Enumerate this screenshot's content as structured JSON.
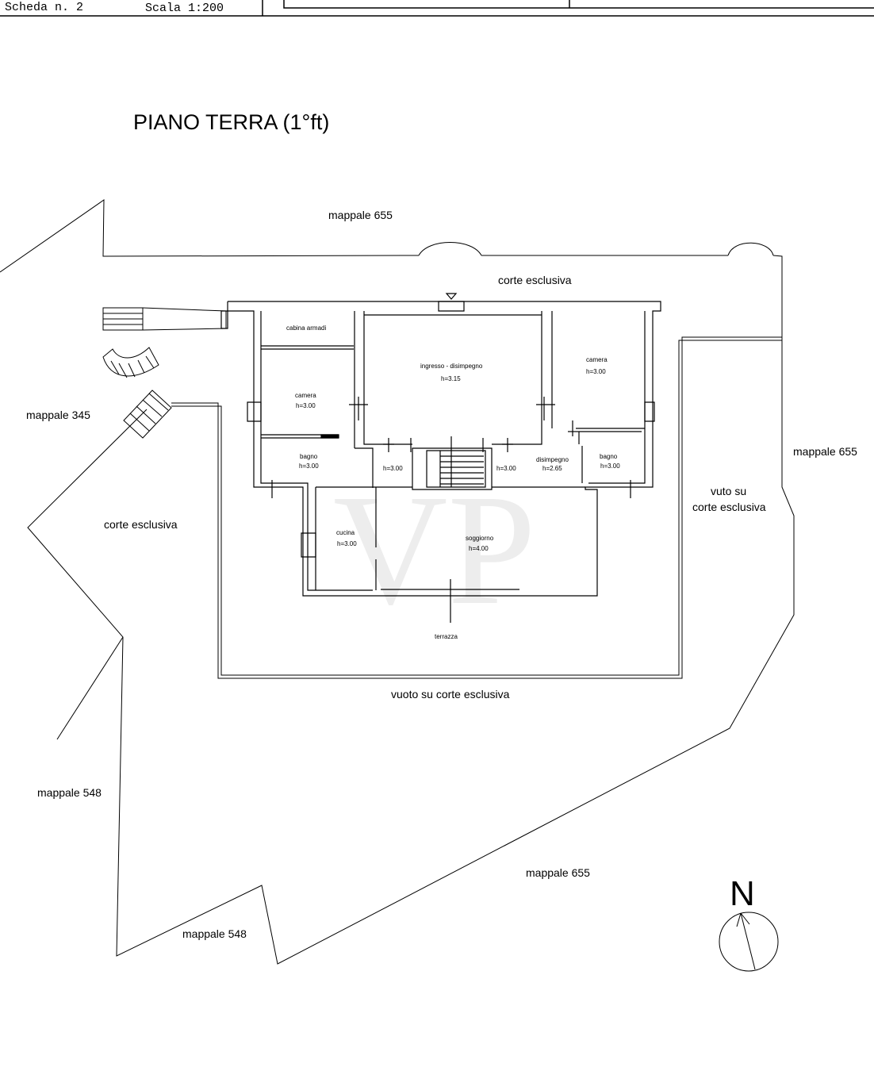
{
  "header": {
    "sheet": "Scheda n. 2",
    "scale": "Scala 1:200"
  },
  "title": "PIANO TERRA (1°ft)",
  "watermark": "VP",
  "north_label": "N",
  "parcels": {
    "north": "mappale 655",
    "west": "mappale 345",
    "east": "mappale 655",
    "south_east": "mappale 655",
    "south_west_a": "mappale 548",
    "south_west_b": "mappale 548"
  },
  "areas": {
    "court_north": "corte esclusiva",
    "court_west": "corte esclusiva",
    "void_east_1": "vuto su",
    "void_east_2": "corte esclusiva",
    "void_south": "vuoto su corte esclusiva",
    "terrace": "terrazza"
  },
  "rooms": {
    "wardrobe": "cabina armadi",
    "bedroom_w": "camera",
    "bedroom_w_h": "h=3.00",
    "entrance": "ingresso - disimpegno",
    "entrance_h": "h=3.15",
    "bedroom_e": "camera",
    "bedroom_e_h": "h=3.00",
    "bath_w": "bagno",
    "bath_w_h": "h=3.00",
    "hall_w_h": "h=3.00",
    "stair_h": "h=3.00",
    "hall_e": "disimpegno",
    "hall_e_h": "h=2.65",
    "bath_e": "bagno",
    "bath_e_h": "h=3.00",
    "kitchen": "cucina",
    "kitchen_h": "h=3.00",
    "living": "soggiorno",
    "living_h": "h=4.00"
  }
}
